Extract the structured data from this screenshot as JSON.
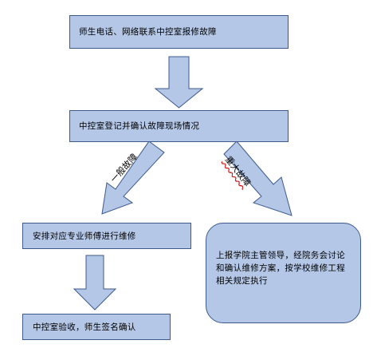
{
  "boxes": {
    "report": "师生电话、网络联系中控室报修故障",
    "register": "中控室登记并确认故障现场情况",
    "assign": "安排对应专业师傅进行维修",
    "major_line1": "上报学院主管领导，经院务会讨论",
    "major_line2": "和确认维修方案，按学校维修工程",
    "major_line3": "相关规定执行",
    "accept": "中控室验收，师生签名确认"
  },
  "edge_labels": {
    "left_branch": "一般故障",
    "right_branch": "重大故障"
  },
  "colors": {
    "box_fill": "#b4c7e7",
    "box_border": "#3c5a8c",
    "arrow_fill": "#b4c7e7",
    "arrow_border": "#3c5a8c",
    "squiggle": "#d00000"
  }
}
